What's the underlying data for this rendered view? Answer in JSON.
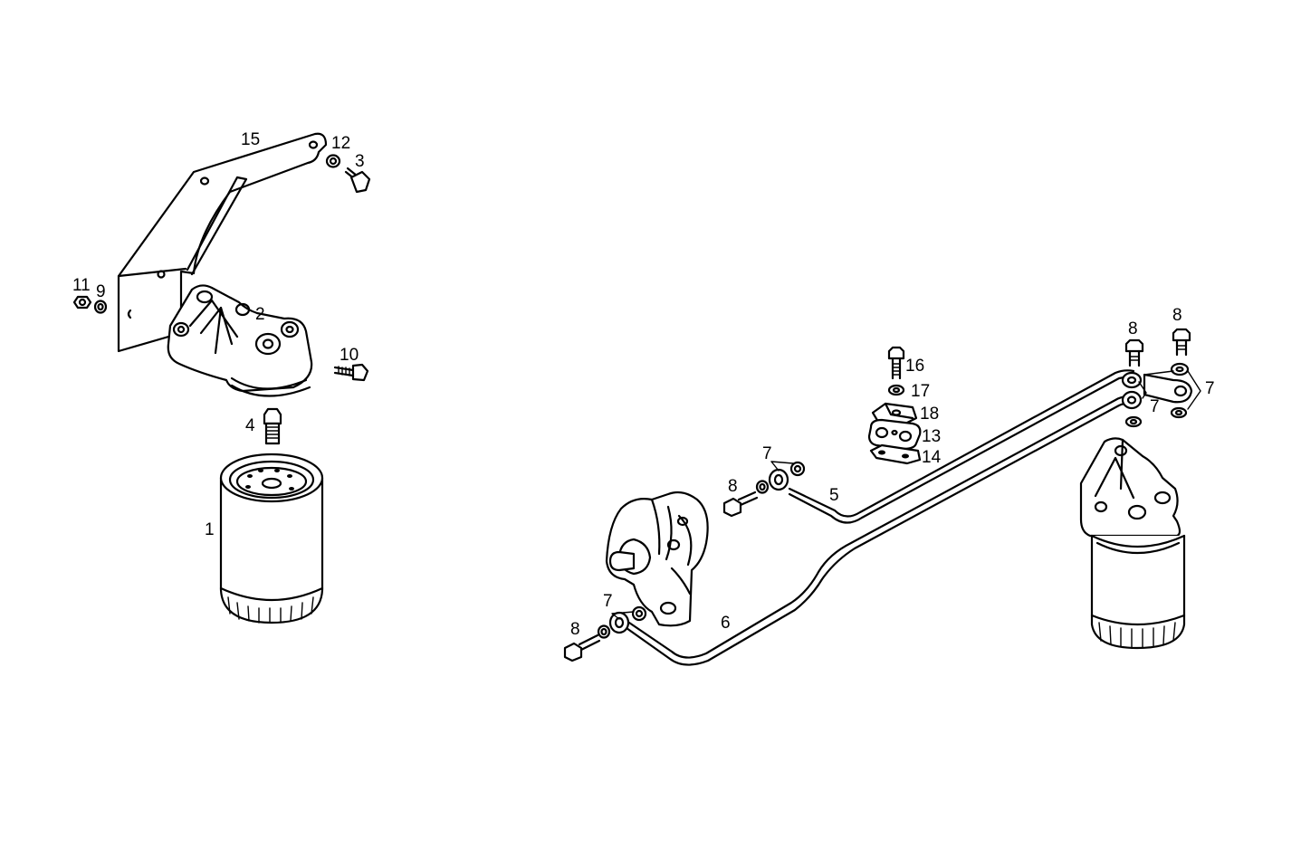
{
  "callouts": {
    "c1": "1",
    "c2": "2",
    "c3": "3",
    "c4": "4",
    "c5": "5",
    "c6": "6",
    "c7a": "7",
    "c7b": "7",
    "c7c": "7",
    "c7d": "7",
    "c8a": "8",
    "c8b": "8",
    "c8c": "8",
    "c8d": "8",
    "c9": "9",
    "c10": "10",
    "c11": "11",
    "c12": "12",
    "c13": "13",
    "c14": "14",
    "c15": "15",
    "c16": "16",
    "c17": "17",
    "c18": "18"
  },
  "colors": {
    "line": "#000000",
    "background": "#ffffff"
  }
}
